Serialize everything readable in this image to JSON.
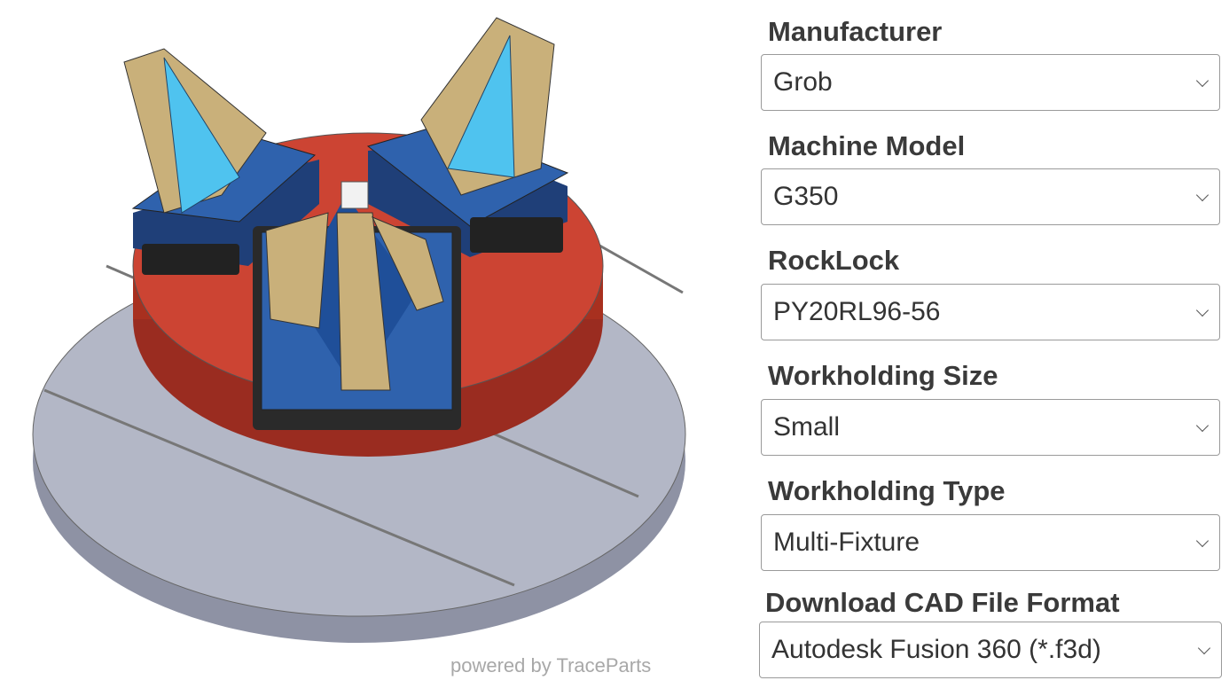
{
  "viewer": {
    "powered_by": "powered by TraceParts"
  },
  "fields": [
    {
      "label": "Manufacturer",
      "value": "Grob"
    },
    {
      "label": "Machine Model",
      "value": "G350"
    },
    {
      "label": "RockLock",
      "value": "PY20RL96-56"
    },
    {
      "label": "Workholding Size",
      "value": "Small"
    },
    {
      "label": "Workholding Type",
      "value": "Multi-Fixture"
    },
    {
      "label": "Download CAD File Format",
      "value": "Autodesk Fusion 360 (*.f3d)"
    }
  ],
  "colors": {
    "table": "#a9adbd",
    "base": "#c9402f",
    "fixture": "#2f5fa8",
    "wedge": "#4fc3ef",
    "vise": "#c9b07a"
  }
}
